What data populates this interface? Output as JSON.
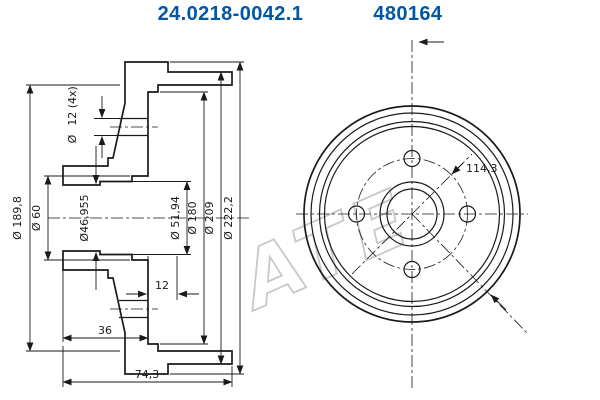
{
  "colors": {
    "accent": "#0057a5",
    "line": "#1a1a1a",
    "watermark": "#c8c8c8"
  },
  "header": {
    "part_number": "24.0218-0042.1",
    "catalog_number": "480164"
  },
  "section_view": {
    "dim_labels": {
      "friction_diameter": "Ø 189,8",
      "hub_diameter": "Ø 60",
      "pilot_bore": "Ø46,955",
      "flange_holes": "12 (4x)",
      "flange_holes_symbol": "Ø",
      "center_bore": "Ø 51,94",
      "shoulder_diameter": "Ø 180",
      "band_diameter": "Ø 209",
      "outer_diameter": "Ø 222,2",
      "band_offset": "12",
      "hub_depth": "36",
      "total_depth": "74,3"
    }
  },
  "front_view": {
    "bolt_circle": "114,3",
    "watermark": "ATE"
  }
}
